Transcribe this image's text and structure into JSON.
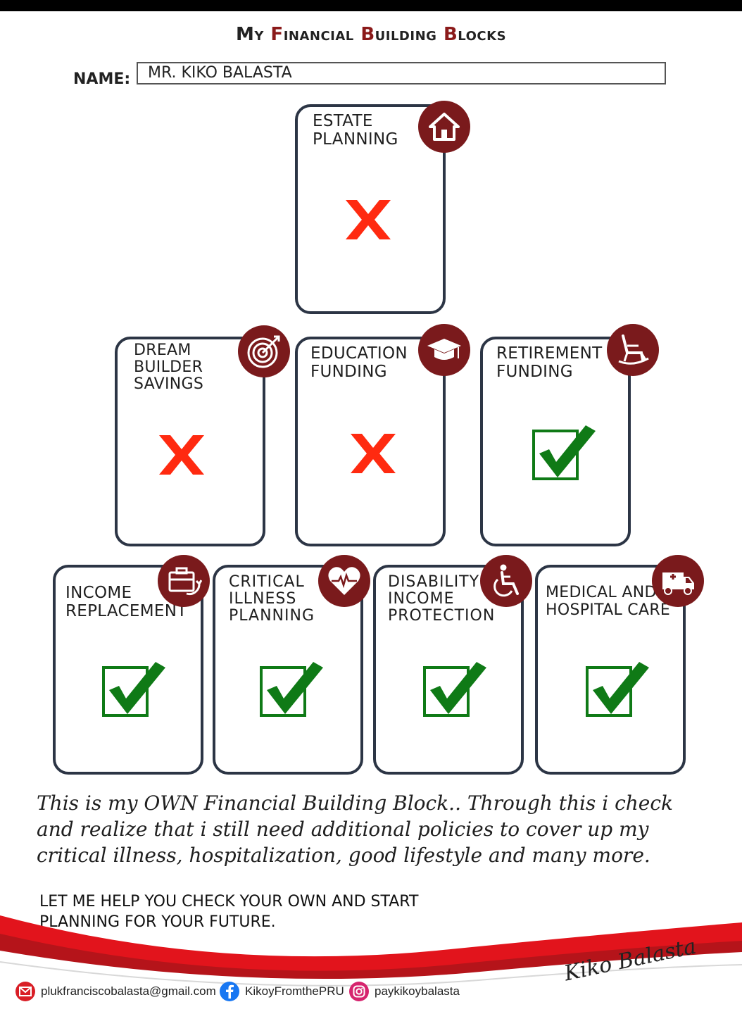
{
  "header": {
    "title_parts": [
      "My ",
      "F",
      "inancial ",
      "B",
      "uilding ",
      "B",
      "locks"
    ],
    "name_label": "NAME:",
    "name_value": "MR. KIKO BALASTA"
  },
  "blocks": [
    {
      "label": "ESTATE\nPLANNING",
      "icon": "house-icon",
      "status": "unchecked"
    },
    {
      "label": "DREAM\nBUILDER\nSAVINGS",
      "icon": "target-icon",
      "status": "unchecked"
    },
    {
      "label": "EDUCATION\nFUNDING",
      "icon": "graduation-cap-icon",
      "status": "unchecked"
    },
    {
      "label": "RETIREMENT\nFUNDING",
      "icon": "rocking-chair-icon",
      "status": "checked"
    },
    {
      "label": "INCOME\nREPLACEMENT",
      "icon": "briefcase-cycle-icon",
      "status": "checked"
    },
    {
      "label": "CRITICAL\nILLNESS\nPLANNING",
      "icon": "heartbeat-icon",
      "status": "checked"
    },
    {
      "label": "DISABILITY\nINCOME\nPROTECTION",
      "icon": "wheelchair-icon",
      "status": "checked"
    },
    {
      "label": "MEDICAL AND\nHOSPITAL CARE",
      "icon": "ambulance-icon",
      "status": "checked"
    }
  ],
  "message": "This is my OWN Financial Building Block.. Through this i check and realize that i still need additional policies to cover up my critical illness, hospitalization, good lifestyle and many more.",
  "cta": "LET ME HELP YOU CHECK YOUR OWN AND START PLANNING FOR YOUR FUTURE.",
  "signature": "Kiko Balasta",
  "contacts": {
    "email": "plukfranciscobalasta@gmail.com",
    "facebook": "KikoyFromthePRU",
    "instagram": "paykikoybalasta"
  },
  "colors": {
    "accent": "#7a1a1c",
    "cross": "#ff2a10",
    "check": "#0f7a16",
    "border": "#2c3545",
    "wave_red": "#e2141c"
  }
}
